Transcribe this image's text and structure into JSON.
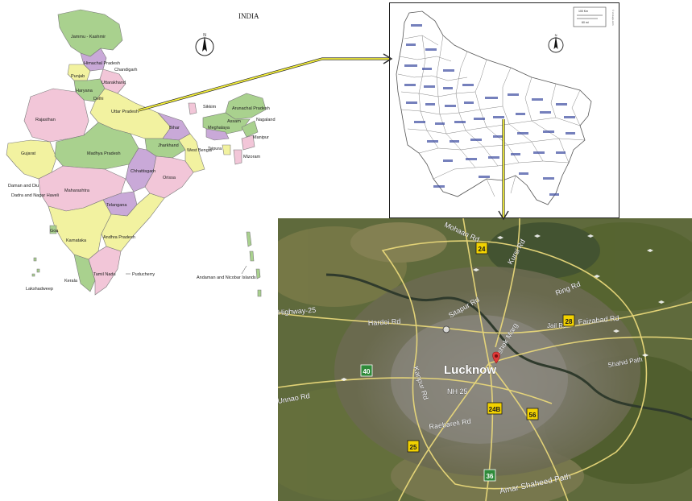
{
  "india_map": {
    "title": "INDIA",
    "north_label": "N",
    "states": [
      "Jammu - Kashmir",
      "Himachal Pradesh",
      "Chandigarh",
      "Punjab",
      "Uttarakhand",
      "Haryana",
      "Delhi",
      "Uttar Pradesh",
      "Rajasthan",
      "Bihar",
      "Sikkim",
      "Arunachal Pradesh",
      "Assam",
      "Nagaland",
      "Meghalaya",
      "Manipur",
      "Tripura",
      "Mizoram",
      "Gujarat",
      "Madhya Pradesh",
      "Jharkhand",
      "West Bengal",
      "Chhattisgarh",
      "Orissa",
      "Daman and Diu",
      "Dadra and Nagar Haveli",
      "Maharashtra",
      "Telangana",
      "Goa",
      "Karnataka",
      "Andhra Pradesh",
      "Tamil Nadu",
      "Kerala",
      "Lakshadweep",
      "Puducherry",
      "Andaman and Nicobar Islands"
    ]
  },
  "up_map": {
    "north_label": "N",
    "scale_km": "100 Km",
    "scale_mi": "60 mi",
    "credit": "© d-maps.com"
  },
  "satellite": {
    "city_label": "Lucknow",
    "roads": [
      "Highway-25",
      "Hardoi Rd",
      "Faizabad Rd",
      "Ring Rd",
      "Sitapur Rd",
      "Kanpur Rd",
      "Amar Shaheed Path",
      "NH 25",
      "Kursi Rd",
      "Raebareli Rd",
      "Unnao Rd",
      "Mohaan Rd",
      "Jail Rd",
      "Ashok Marg",
      "Shahid Path"
    ],
    "shields": [
      "24",
      "28",
      "40",
      "24B",
      "56",
      "25",
      "36"
    ]
  }
}
